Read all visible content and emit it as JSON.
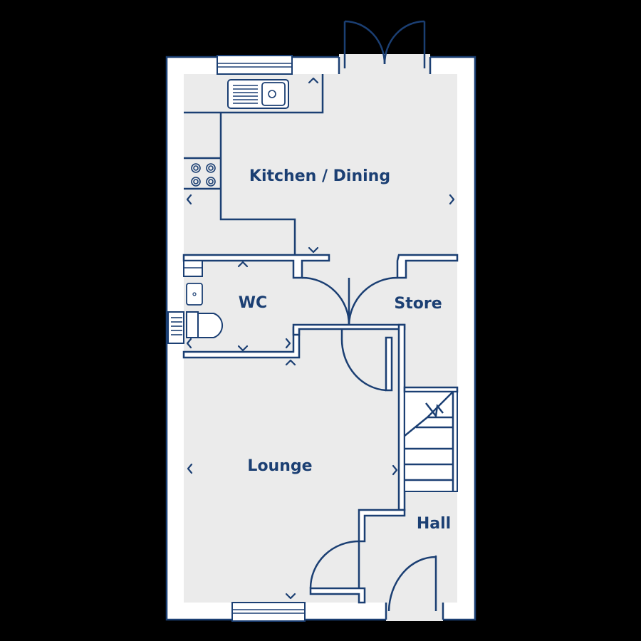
{
  "rooms": {
    "kitchen_dining": "Kitchen / Dining",
    "wc": "WC",
    "store": "Store",
    "lounge": "Lounge",
    "hall": "Hall"
  },
  "colors": {
    "wall_stroke": "#1b3f73",
    "floor": "#ebebeb",
    "wall_fill": "#ffffff",
    "background": "#000000"
  },
  "icons": [
    "sink-icon",
    "hob-icon",
    "toilet-icon",
    "basin-icon",
    "stairs-icon",
    "door-swing-icon",
    "window-icon",
    "dimension-arrow-icon"
  ]
}
